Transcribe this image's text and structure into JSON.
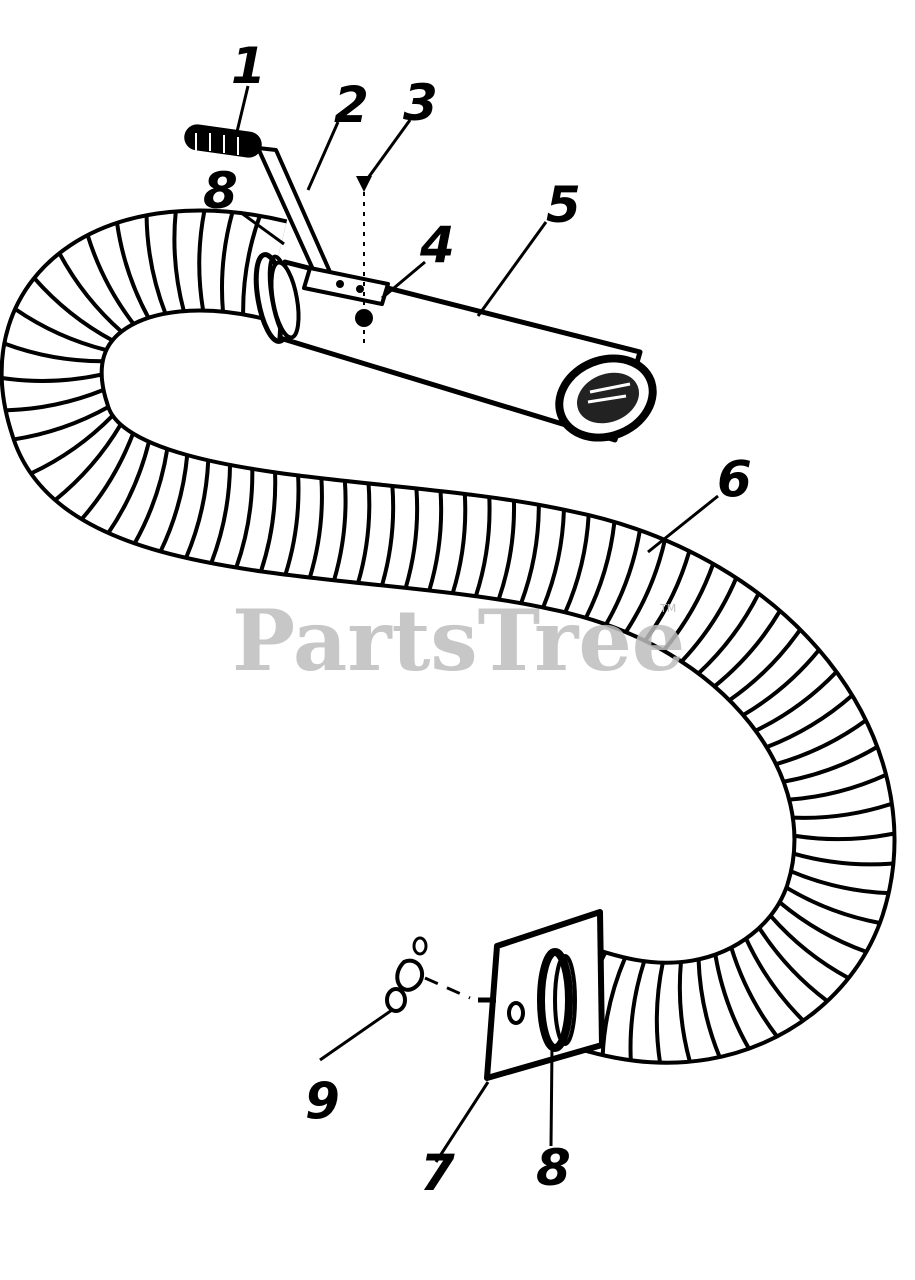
{
  "diagram": {
    "callouts": {
      "c1": "1",
      "c2": "2",
      "c3": "3",
      "c4": "4",
      "c5": "5",
      "c6": "6",
      "c7": "7",
      "c8_top": "8",
      "c8_bottom": "8",
      "c9": "9"
    },
    "watermark": {
      "text": "PartsTree",
      "mark": "TM"
    },
    "colors": {
      "line": "#000000",
      "background": "#ffffff",
      "watermark": "#bdbdbd"
    }
  }
}
